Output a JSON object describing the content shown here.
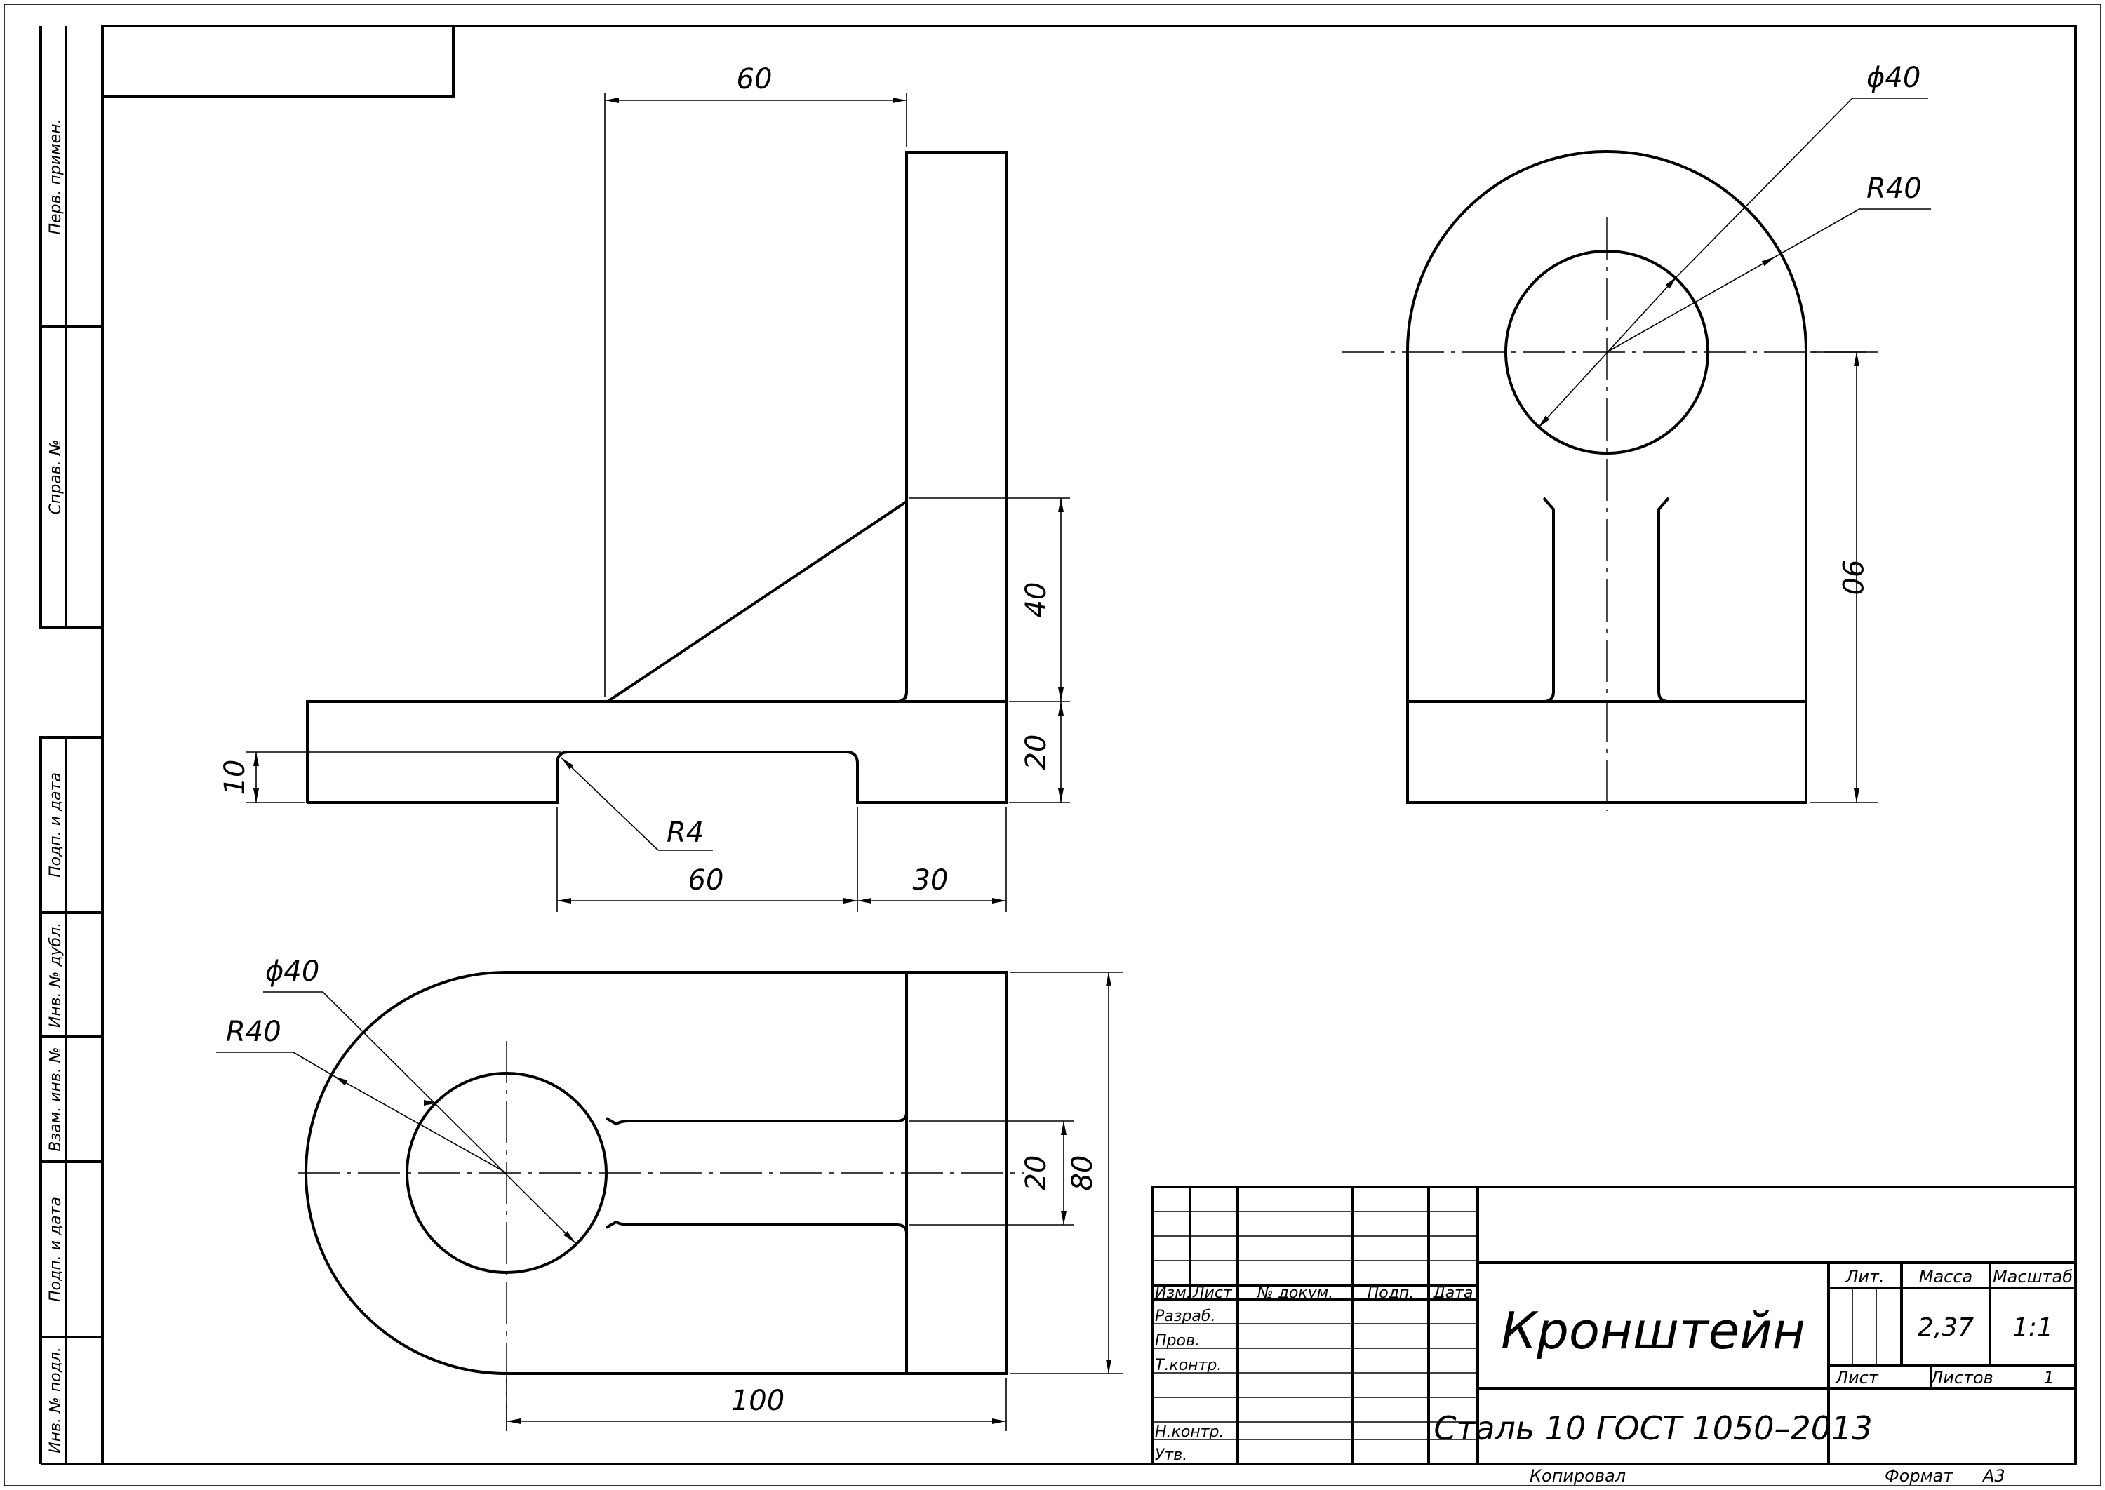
{
  "side_stamp": {
    "perv_primen": "Перв. примен.",
    "sprav_no": "Справ. №",
    "podp_data_1": "Подп. и дата",
    "inv_dubl": "Инв. № дубл.",
    "vzam_inv": "Взам. инв. №",
    "podp_data_2": "Подп. и дата",
    "inv_podl": "Инв. № подл."
  },
  "dimensions": {
    "front_top_60": "60",
    "front_40": "40",
    "front_20": "20",
    "front_10": "10",
    "front_r4": "R4",
    "front_bottom_60": "60",
    "front_30": "30",
    "side_d40": "ϕ40",
    "side_r40": "R40",
    "side_90": "90",
    "top_d40": "ϕ40",
    "top_r40": "R40",
    "top_20": "20",
    "top_80": "80",
    "top_100": "100"
  },
  "title_block": {
    "col_izm": "Изм.",
    "col_list": "Лист",
    "col_doc": "№ докум.",
    "col_podp": "Подп.",
    "col_data": "Дата",
    "row_razrab": "Разраб.",
    "row_prov": "Пров.",
    "row_tkontr": "Т.контр.",
    "row_nkontr": "Н.контр.",
    "row_utv": "Утв.",
    "part_name": "Кронштейн",
    "material": "Сталь 10  ГОСТ 1050–2013",
    "lit_label": "Лит.",
    "mass_label": "Масса",
    "scale_label": "Масштаб",
    "mass_value": "2,37",
    "scale_value": "1:1",
    "sheet_label": "Лист",
    "sheets_label": "Листов",
    "sheets_value": "1",
    "copied": "Копировал",
    "format_label": "Формат",
    "format_value": "А3"
  }
}
